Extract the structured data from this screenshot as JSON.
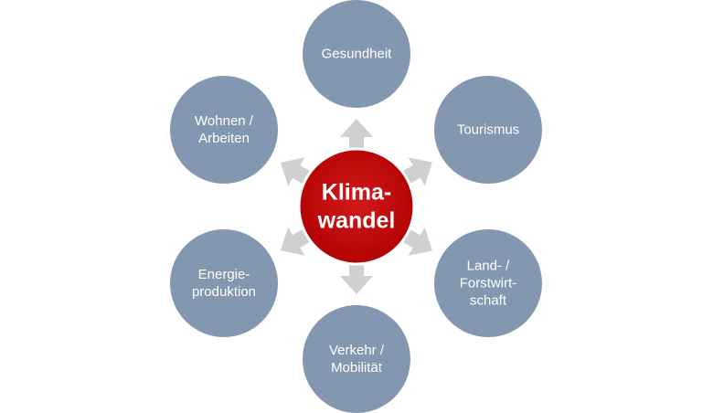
{
  "center": {
    "lines": [
      "Klima-",
      "wandel"
    ],
    "color": "#c00000",
    "border_color": "#ffffff"
  },
  "satellites": [
    {
      "id": "gesundheit",
      "lines": [
        "Gesundheit"
      ]
    },
    {
      "id": "tourismus",
      "lines": [
        "Tourismus"
      ]
    },
    {
      "id": "land-forstwirtschaft",
      "lines": [
        "Land- /",
        "Forstwirt-",
        "schaft"
      ]
    },
    {
      "id": "verkehr-mobilitaet",
      "lines": [
        "Verkehr /",
        "Mobilität"
      ]
    },
    {
      "id": "energieproduktion",
      "lines": [
        "Energie-",
        "produktion"
      ]
    },
    {
      "id": "wohnen-arbeiten",
      "lines": [
        "Wohnen /",
        "Arbeiten"
      ]
    }
  ],
  "colors": {
    "satellite_fill": "#8497b0",
    "arrow_fill": "#d0d0d0",
    "background": "#ffffff"
  }
}
